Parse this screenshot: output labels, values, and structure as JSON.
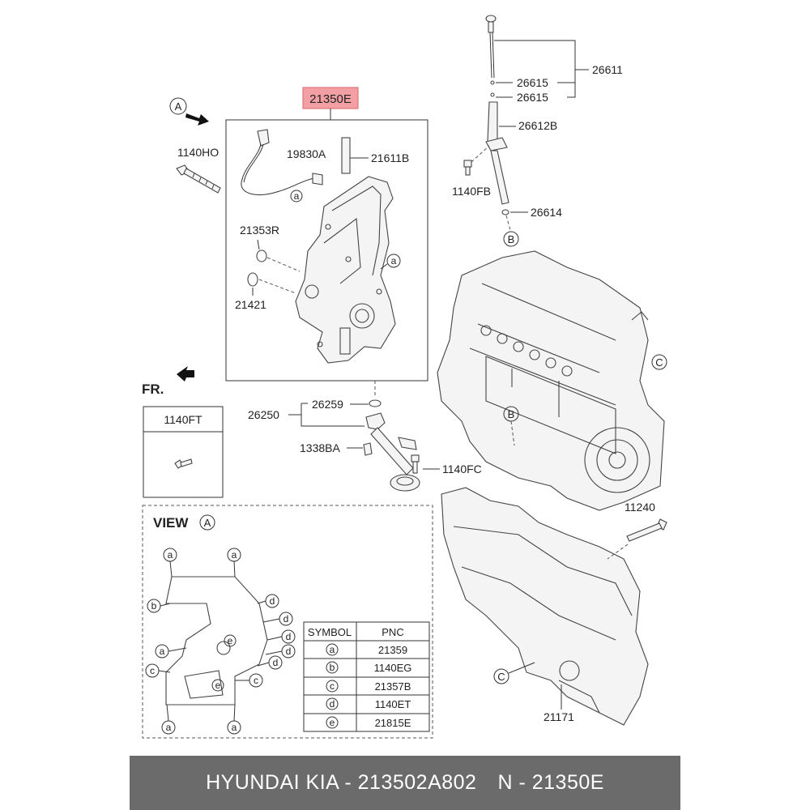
{
  "highlight_part": "21350E",
  "labels": {
    "view_a_marker": "A",
    "fr": "FR.",
    "p1140HO": "1140HO",
    "p19830A": "19830A",
    "p21611B": "21611B",
    "p21353R": "21353R",
    "p21421": "21421",
    "p26611": "26611",
    "p26615a": "26615",
    "p26615b": "26615",
    "p26612B": "26612B",
    "p1140FB": "1140FB",
    "p26614": "26614",
    "p26259": "26259",
    "p26250": "26250",
    "p1338BA": "1338BA",
    "p1140FC": "1140FC",
    "p11240": "11240",
    "p21171": "21171",
    "box_1140FT": "1140FT",
    "view_title": "VIEW",
    "view_circle": "A"
  },
  "callouts": {
    "a": "a",
    "b": "b",
    "c": "c",
    "d": "d",
    "e": "e",
    "B": "B",
    "C": "C"
  },
  "table": {
    "headers": [
      "SYMBOL",
      "PNC"
    ],
    "rows": [
      {
        "symbol": "a",
        "pnc": "21359"
      },
      {
        "symbol": "b",
        "pnc": "1140EG"
      },
      {
        "symbol": "c",
        "pnc": "21357B"
      },
      {
        "symbol": "d",
        "pnc": "1140ET"
      },
      {
        "symbol": "e",
        "pnc": "21815E"
      }
    ]
  },
  "footer": {
    "brand": "HYUNDAI  KIA - 213502A802",
    "code": "N - 21350E"
  },
  "colors": {
    "highlight_fill": "#f2a0a4",
    "highlight_border": "#d9646b",
    "footer_bg": "#6b6b6b"
  }
}
